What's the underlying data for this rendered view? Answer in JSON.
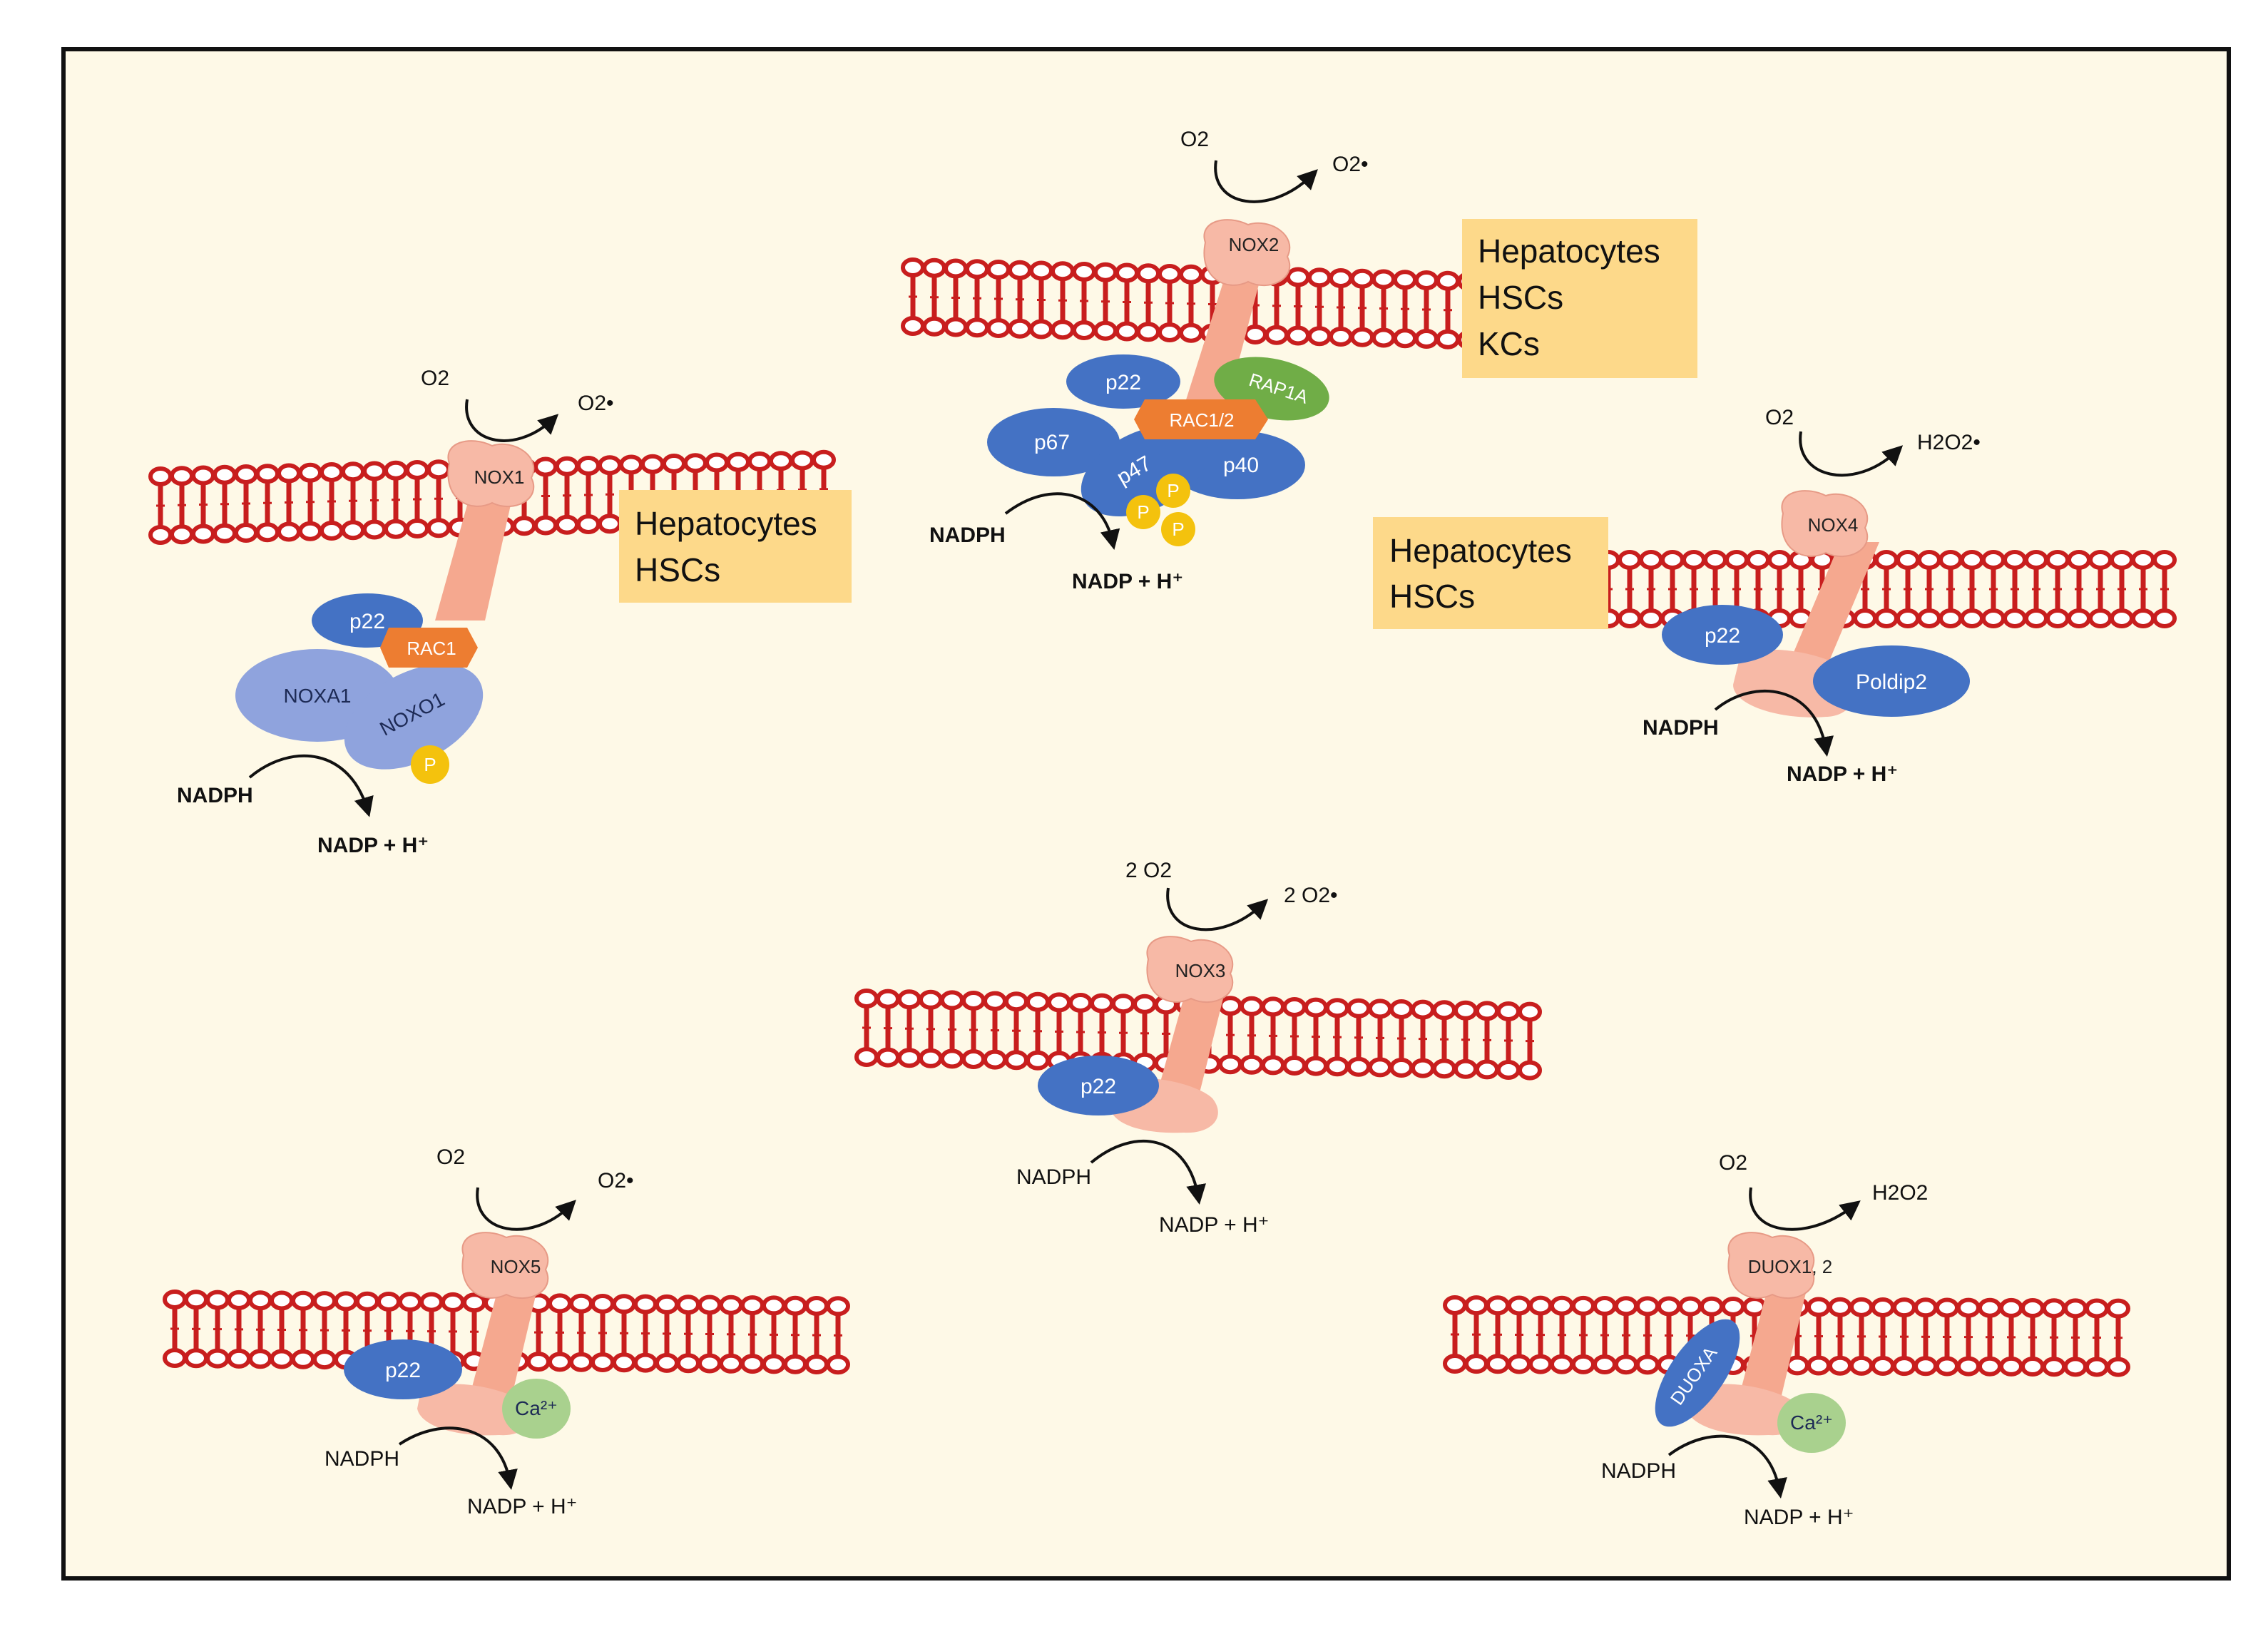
{
  "colors": {
    "background": "#fef9e7",
    "frame": "#111111",
    "membrane": "#c81e1e",
    "nox_body": "#f7b9a6",
    "nox_stalk": "#f5a88f",
    "p22": "#4472c4",
    "p_light": "#8fa3dd",
    "rac": "#ed7d31",
    "rap": "#70ad47",
    "phospho": "#f4c20d",
    "calcium": "#a9d18e",
    "cell_box": "#fdd98a"
  },
  "complexes": {
    "nox1": {
      "o2": "O2",
      "o2_product": "O2•",
      "enzyme": "NOX1",
      "p22": "p22",
      "rac": "RAC1",
      "noxa1": "NOXA1",
      "noxo1": "NOXO1",
      "phospho": "P",
      "nadph": "NADPH",
      "nadp": "NADP + H⁺",
      "cells": [
        "Hepatocytes",
        "HSCs"
      ]
    },
    "nox2": {
      "o2": "O2",
      "o2_product": "O2•",
      "enzyme": "NOX2",
      "p22": "p22",
      "rap": "RAP1A",
      "rac": "RAC1/2",
      "p67": "p67",
      "p47": "p47",
      "p40": "p40",
      "phospho": [
        "P",
        "P",
        "P"
      ],
      "nadph": "NADPH",
      "nadp": "NADP + H⁺",
      "cells": [
        "Hepatocytes",
        "HSCs",
        "KCs"
      ]
    },
    "nox4": {
      "o2": "O2",
      "product": "H2O2•",
      "enzyme": "NOX4",
      "p22": "p22",
      "poldip": "Poldip2",
      "nadph": "NADPH",
      "nadp": "NADP + H⁺",
      "cells": [
        "Hepatocytes",
        "HSCs"
      ]
    },
    "nox3": {
      "o2": "2 O2",
      "o2_product": "2 O2•",
      "enzyme": "NOX3",
      "p22": "p22",
      "nadph": "NADPH",
      "nadp": "NADP + H⁺"
    },
    "nox5": {
      "o2": "O2",
      "o2_product": "O2•",
      "enzyme": "NOX5",
      "p22": "p22",
      "calcium": "Ca²⁺",
      "nadph": "NADPH",
      "nadp": "NADP + H⁺"
    },
    "duox": {
      "o2": "O2",
      "product": "H2O2",
      "enzyme": "DUOX1, 2",
      "duoxa": "DUOXA",
      "calcium": "Ca²⁺",
      "nadph": "NADPH",
      "nadp": "NADP + H⁺"
    }
  }
}
